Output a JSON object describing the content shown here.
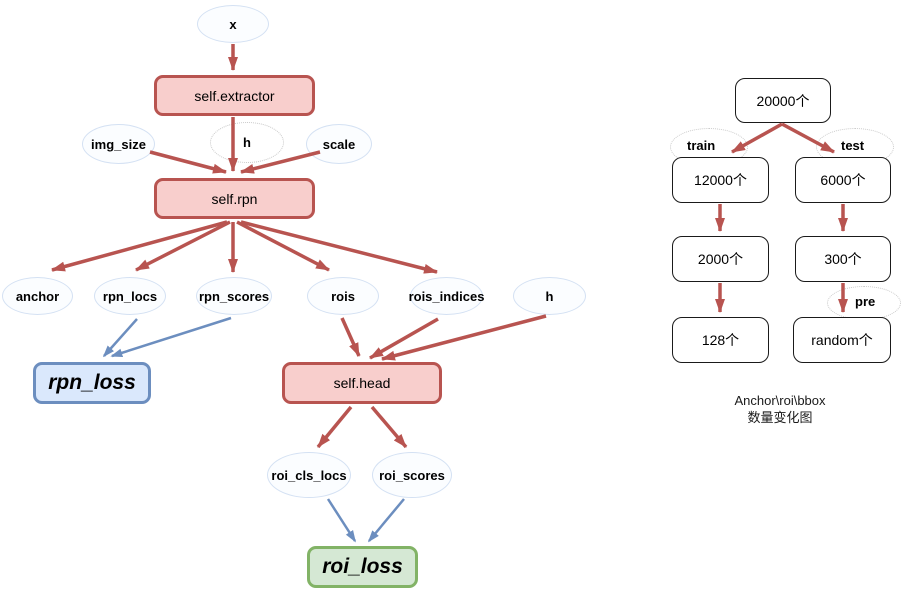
{
  "colors": {
    "arrow_red": "#b85450",
    "red_fill": "#f8cecc",
    "arrow_blue": "#6c8ebf",
    "blue_fill": "#dae8fc",
    "green_border": "#82b366",
    "green_fill": "#d5e8d4",
    "ellipse_border": "#d4e1f3"
  },
  "flow": {
    "input": "x",
    "extractor": "self.extractor",
    "img_size": "img_size",
    "h_mid": "h",
    "scale": "scale",
    "rpn": "self.rpn",
    "anchor": "anchor",
    "rpn_locs": "rpn_locs",
    "rpn_scores": "rpn_scores",
    "rois": "rois",
    "rois_indices": "rois_indices",
    "h_right": "h",
    "rpn_loss": "rpn_loss",
    "head": "self.head",
    "roi_cls_locs": "roi_cls_locs",
    "roi_scores": "roi_scores",
    "roi_loss": "roi_loss"
  },
  "count_diagram": {
    "total": "20000个",
    "train_label": "train",
    "test_label": "test",
    "pre_label": "pre",
    "train_col": [
      "12000个",
      "2000个",
      "128个"
    ],
    "test_col": [
      "6000个",
      "300个",
      "random个"
    ],
    "caption_line1": "Anchor\\roi\\bbox",
    "caption_line2": "数量变化图"
  }
}
